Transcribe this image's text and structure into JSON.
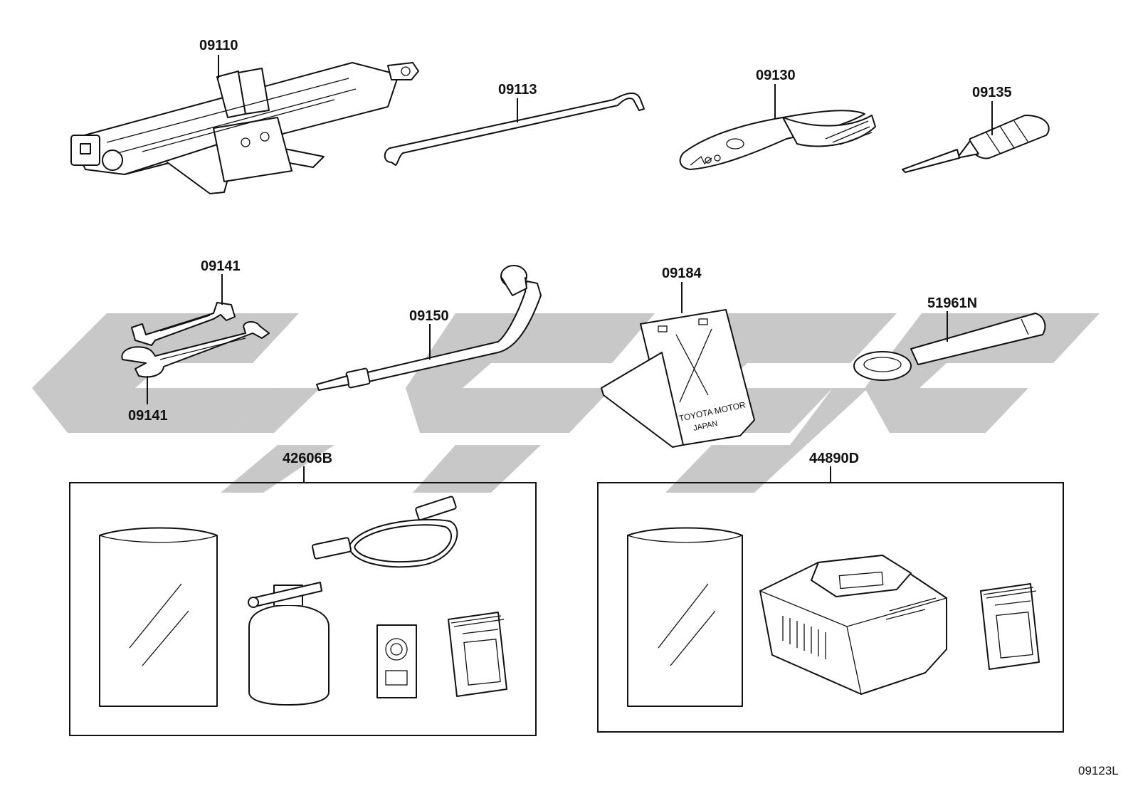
{
  "diagram": {
    "parts": {
      "jack": "09110",
      "jack_handle": "09113",
      "pliers": "09130",
      "screwdriver": "09135",
      "wrench_top": "09141",
      "wrench_bottom": "09141",
      "wheel_nut_wrench": "09150",
      "warning_plate": "09184",
      "towing_eye": "51961N",
      "kit_left": "42606B",
      "kit_right": "44890D"
    },
    "plate_text_line1": "TOYOTA MOTOR",
    "plate_text_line2": "JAPAN",
    "figure_code": "09123L"
  }
}
